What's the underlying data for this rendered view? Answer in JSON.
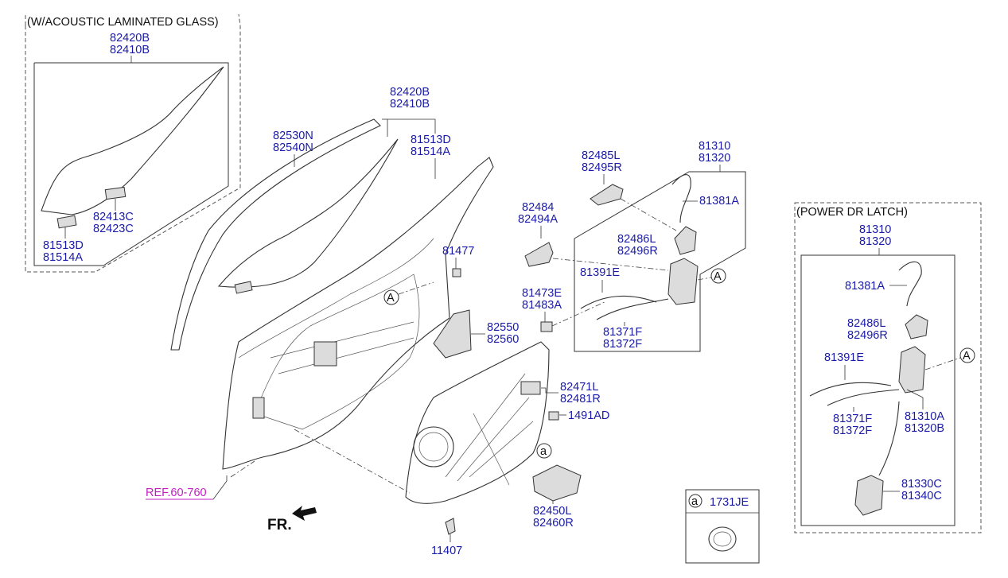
{
  "sections": {
    "acoustic_caption": "(W/ACOUSTIC LAMINATED GLASS)",
    "power_latch_caption": "(POWER DR LATCH)"
  },
  "labels": {
    "ac_82420B": "82420B",
    "ac_82410B": "82410B",
    "ac_82413C": "82413C",
    "ac_82423C": "82423C",
    "ac_81513D": "81513D",
    "ac_81514A": "81514A",
    "m_82420B": "82420B",
    "m_82410B": "82410B",
    "m_82530N": "82530N",
    "m_82540N": "82540N",
    "m_81513D": "81513D",
    "m_81514A": "81514A",
    "m_82485L": "82485L",
    "m_82495R": "82495R",
    "m_81310": "81310",
    "m_81320": "81320",
    "m_81381A": "81381A",
    "m_82484": "82484",
    "m_82494A": "82494A",
    "m_82486L": "82486L",
    "m_82496R": "82496R",
    "m_81477": "81477",
    "m_81391E": "81391E",
    "m_81473E": "81473E",
    "m_81483A": "81483A",
    "m_81371F": "81371F",
    "m_81372F": "81372F",
    "m_82550": "82550",
    "m_82560": "82560",
    "m_82471L": "82471L",
    "m_82481R": "82481R",
    "m_1491AD": "1491AD",
    "m_82450L": "82450L",
    "m_82460R": "82460R",
    "m_11407": "11407",
    "m_ref": "REF.60-760",
    "m_fr": "FR.",
    "p_81310": "81310",
    "p_81320": "81320",
    "p_81381A": "81381A",
    "p_82486L": "82486L",
    "p_82496R": "82496R",
    "p_81391E": "81391E",
    "p_81371F": "81371F",
    "p_81372F": "81372F",
    "p_81310A": "81310A",
    "p_81320B": "81320B",
    "p_81330C": "81330C",
    "p_81340C": "81340C",
    "legend_part": "1731JE"
  },
  "callouts": {
    "A": "A",
    "a": "a"
  },
  "colors": {
    "part_number": "#1a1aa8",
    "reference": "#c020c0",
    "line": "#333333"
  }
}
